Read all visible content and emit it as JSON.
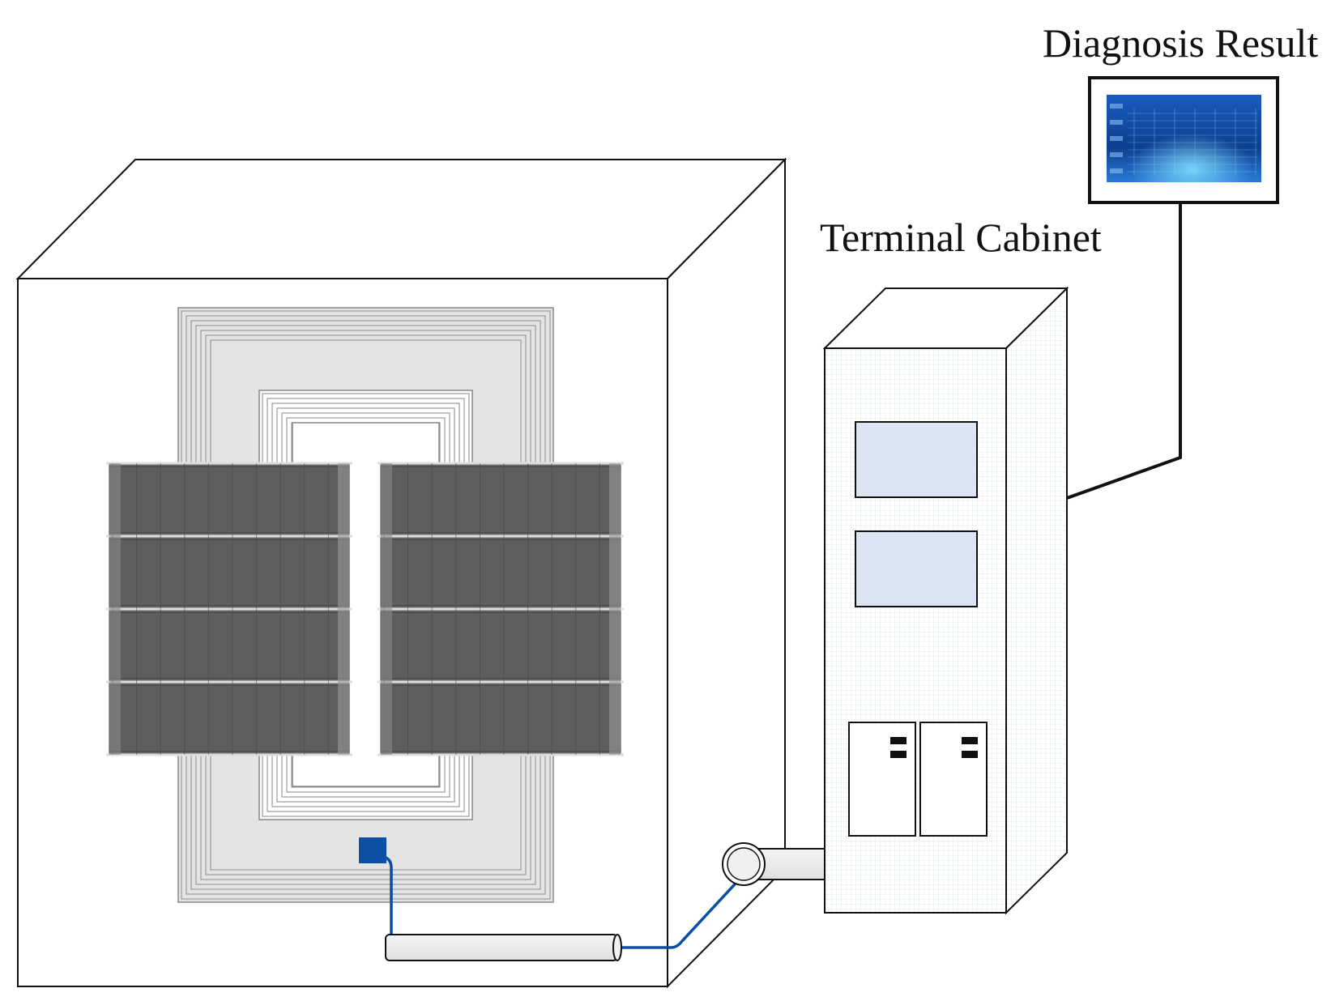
{
  "labels": {
    "diagnosis_result": "Diagnosis Result",
    "terminal_cabinet": "Terminal Cabinet"
  },
  "colors": {
    "outline": "#111111",
    "core_fill": "#e4e4e4",
    "winding_fill": "#5a5a5a",
    "sensor_blue": "#0a4fa3",
    "cabinet_window": "#dbe5f3",
    "screen_bg": "#0f3f8c"
  },
  "components": [
    "transformer-tank",
    "transformer-core",
    "winding-left",
    "winding-right",
    "vibration-sensor",
    "signal-cable",
    "cable-conduit",
    "terminal-cabinet",
    "monitor-display"
  ]
}
